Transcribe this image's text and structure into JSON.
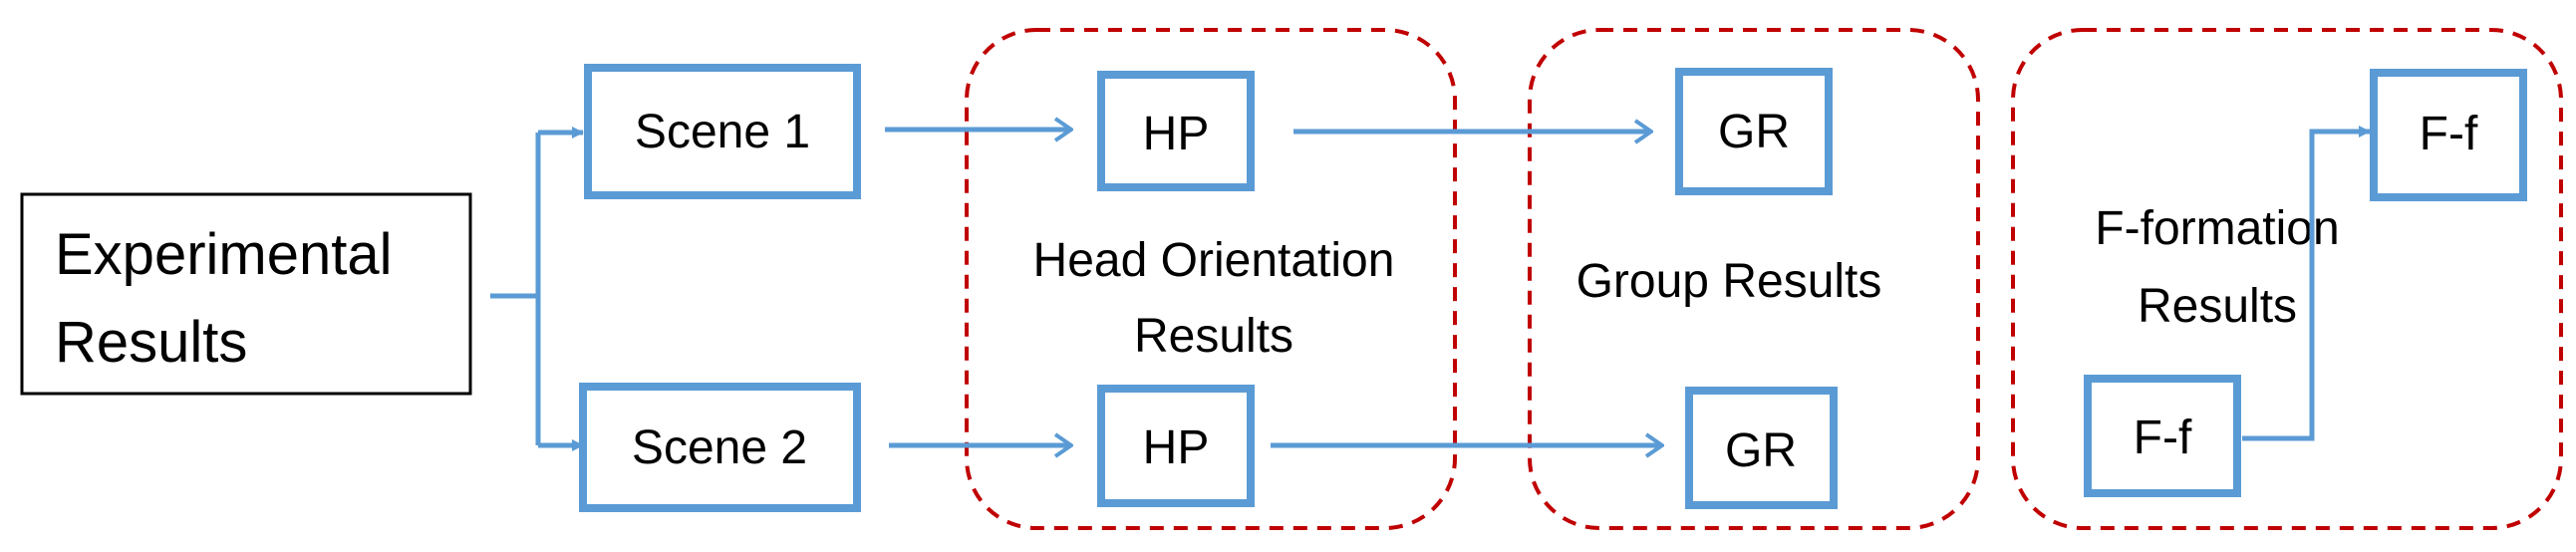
{
  "root": {
    "line1": "Experimental",
    "line2": "Results"
  },
  "scenes": [
    {
      "label": "Scene 1"
    },
    {
      "label": "Scene 2"
    }
  ],
  "hp_boxes": [
    {
      "label": "HP"
    },
    {
      "label": "HP"
    }
  ],
  "gr_boxes": [
    {
      "label": "GR"
    },
    {
      "label": "GR"
    }
  ],
  "ff_boxes": [
    {
      "label": "F-f"
    },
    {
      "label": "F-f"
    }
  ],
  "groups": [
    {
      "line1": "Head Orientation",
      "line2": "Results"
    },
    {
      "line1": "Group Results"
    },
    {
      "line1": "F-formation",
      "line2": "Results"
    }
  ],
  "colors": {
    "box_border": "#5B9BD5",
    "arrow": "#5B9BD5",
    "group_border": "#C00000",
    "root_border": "#000000"
  }
}
